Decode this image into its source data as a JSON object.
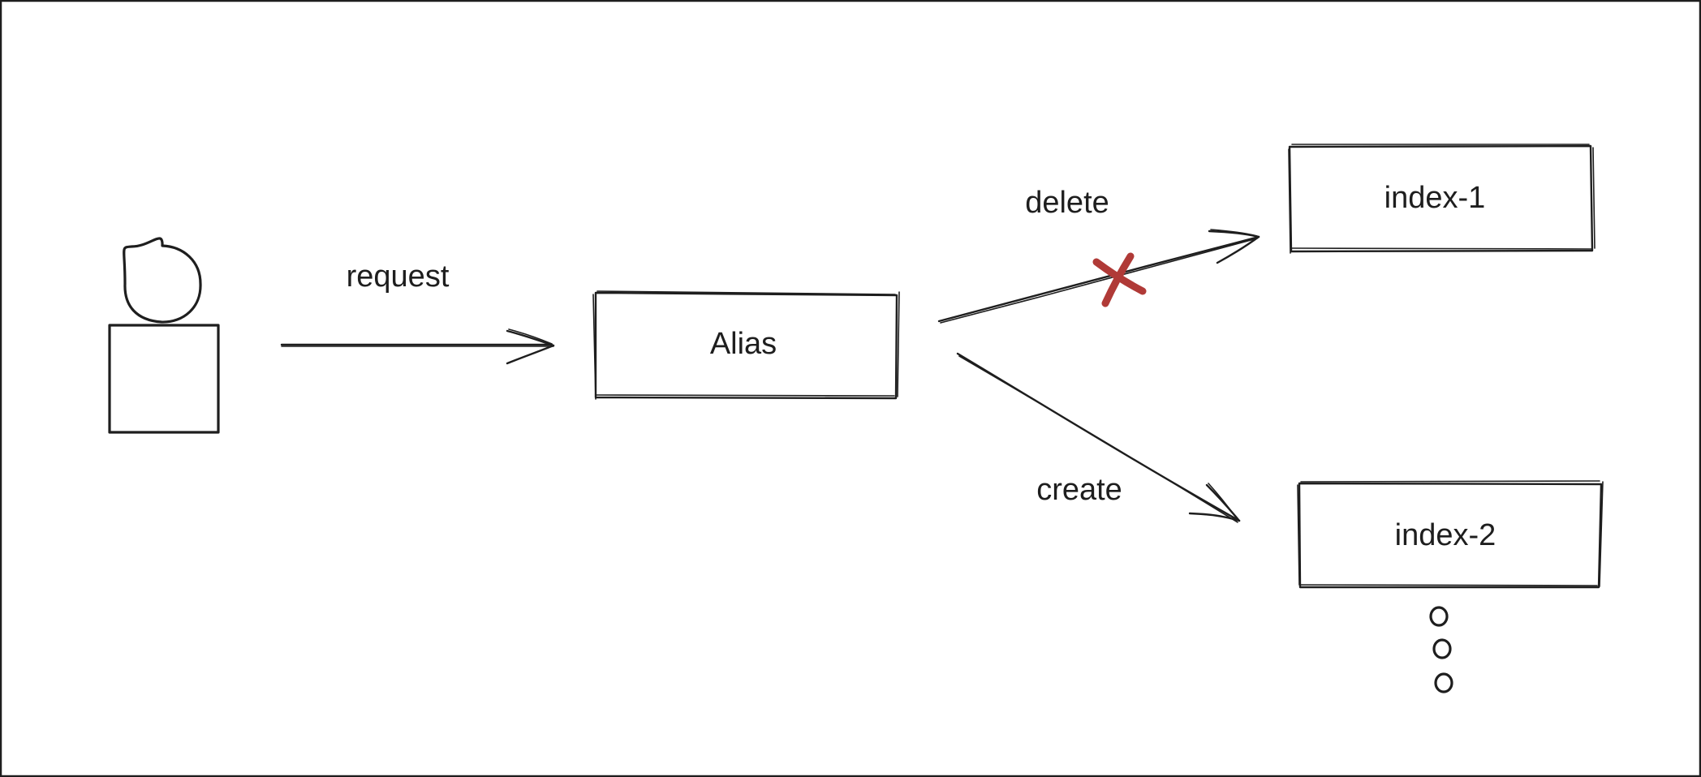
{
  "diagram": {
    "labels": {
      "request": "request",
      "alias": "Alias",
      "delete": "delete",
      "create": "create",
      "index_1": "index-1",
      "index_2": "index-2"
    },
    "colors": {
      "ink": "#1e1e1e",
      "cross_mark": "#b03a37",
      "background": "#ffffff"
    },
    "icons": {
      "actor": "user-figure-icon",
      "removed_link": "cross-mark-icon",
      "more_items": "ellipsis-vertical-icon"
    }
  }
}
